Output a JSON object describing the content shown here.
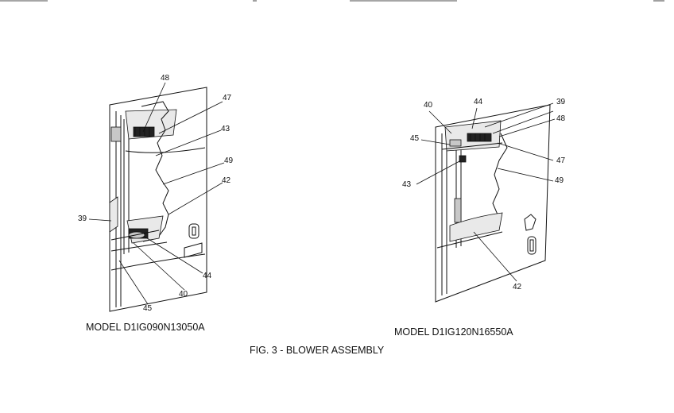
{
  "left_figure": {
    "model_caption": "MODEL  D1IG090N13050A",
    "callouts": [
      "48",
      "47",
      "43",
      "49",
      "42",
      "39",
      "44",
      "40",
      "45"
    ]
  },
  "right_figure": {
    "model_caption": "MODEL D1IG120N16550A",
    "callouts": [
      "40",
      "44",
      "39",
      "48",
      "45",
      "47",
      "43",
      "49",
      "42"
    ]
  },
  "figure_title": "FIG. 3 - BLOWER ASSEMBLY"
}
